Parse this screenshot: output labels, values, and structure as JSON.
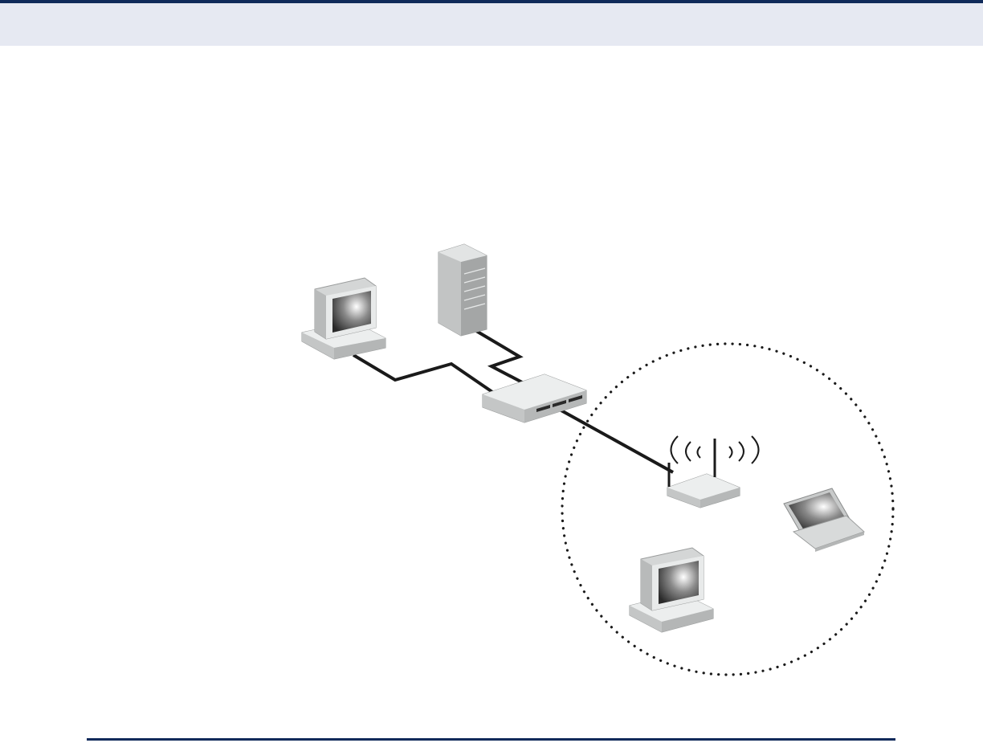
{
  "header": {
    "band_color": "#e6e9f2",
    "accent_color": "#102a5a"
  },
  "diagram": {
    "devices": [
      {
        "id": "wired-desktop",
        "icon": "desktop-computer-icon"
      },
      {
        "id": "server",
        "icon": "tower-server-icon"
      },
      {
        "id": "switch",
        "icon": "network-switch-icon"
      },
      {
        "id": "access-point",
        "icon": "wireless-access-point-icon"
      },
      {
        "id": "wireless-laptop",
        "icon": "laptop-icon"
      },
      {
        "id": "wireless-desktop",
        "icon": "desktop-computer-icon"
      }
    ],
    "links": [
      {
        "from": "wired-desktop",
        "to": "switch",
        "type": "cable"
      },
      {
        "from": "server",
        "to": "switch",
        "type": "cable"
      },
      {
        "from": "switch",
        "to": "access-point",
        "type": "cable"
      }
    ],
    "wireless_coverage": {
      "style": "dotted-circle"
    },
    "cable_color": "#1a1a1a"
  },
  "footer": {
    "rule_color": "#102a5a"
  }
}
